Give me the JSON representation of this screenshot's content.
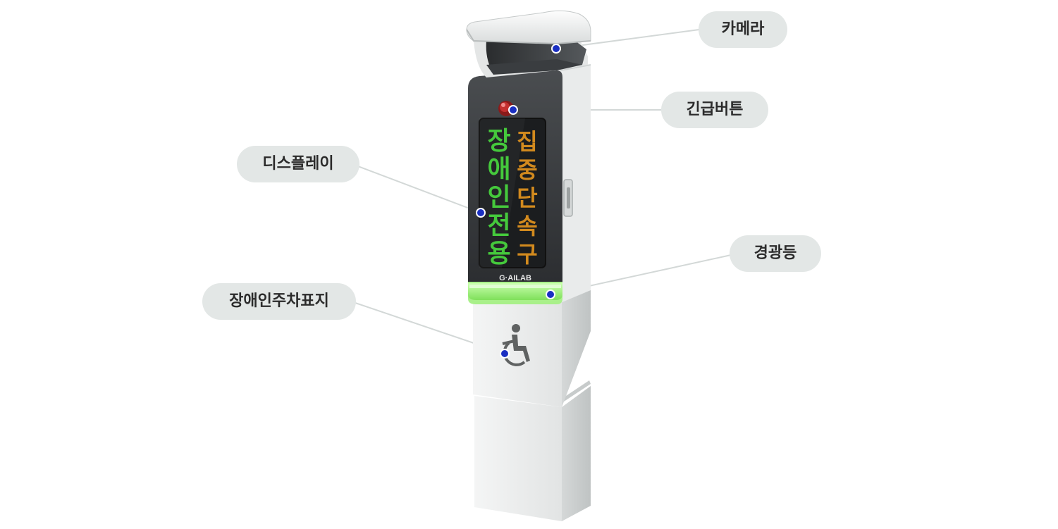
{
  "callouts": {
    "camera": "카메라",
    "emergency_button": "긴급버튼",
    "display": "디스플레이",
    "warning_light": "경광등",
    "accessible_sign": "장애인주차표지"
  },
  "device": {
    "brand": "G·AILAB",
    "display_text_left": "장애인전용",
    "display_text_right": "집중단속구"
  },
  "colors": {
    "led_green": "#45c93c",
    "led_amber": "#d28a1e",
    "warning_glow": "#9ff07a",
    "pointer_dot": "#1a2fc2",
    "leader_line": "#d3d8d7",
    "label_bg": "#e3e7e6"
  },
  "icons": {
    "accessible_sign": "wheelchair-icon"
  }
}
